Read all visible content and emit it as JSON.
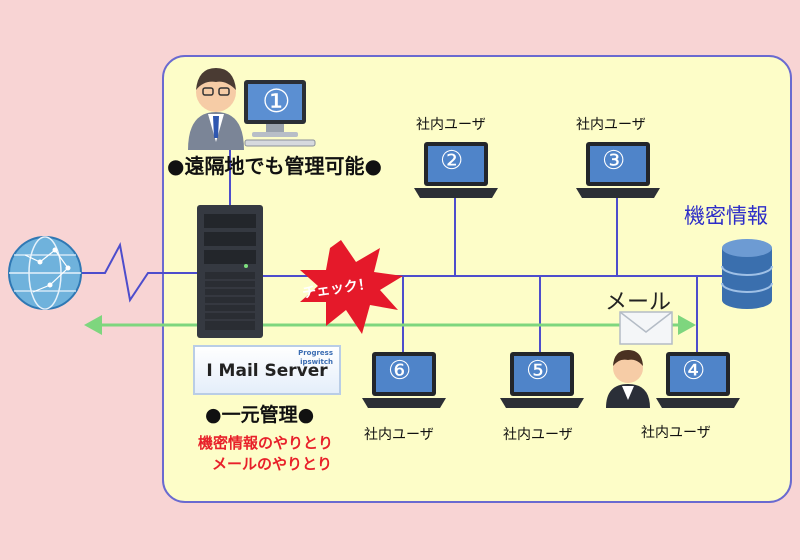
{
  "admin_label": "●遠隔地でも管理可能●",
  "users": [
    {
      "number": "①",
      "label": ""
    },
    {
      "number": "②",
      "label": "社内ユーザ"
    },
    {
      "number": "③",
      "label": "社内ユーザ"
    },
    {
      "number": "④",
      "label": "社内ユーザ"
    },
    {
      "number": "⑤",
      "label": "社内ユーザ"
    },
    {
      "number": "⑥",
      "label": "社内ユーザ"
    }
  ],
  "database_label": "機密情報",
  "mail_label": "メール",
  "check_label": "チェック！",
  "server": {
    "name": "I Mail Server",
    "brand_top": "Progress",
    "brand_bottom": "ipswitch"
  },
  "central_label": "●一元管理●",
  "notes": [
    "機密情報のやりとり",
    "メールのやりとり"
  ],
  "colors": {
    "background": "#f8d4d4",
    "network_area": "#fdfdc8",
    "network_border": "#6a6ad0",
    "line": "#4d4dcc",
    "mail_arrow": "#7ed67e",
    "red_text": "#e8202a",
    "blue_text": "#2d2dc8"
  }
}
